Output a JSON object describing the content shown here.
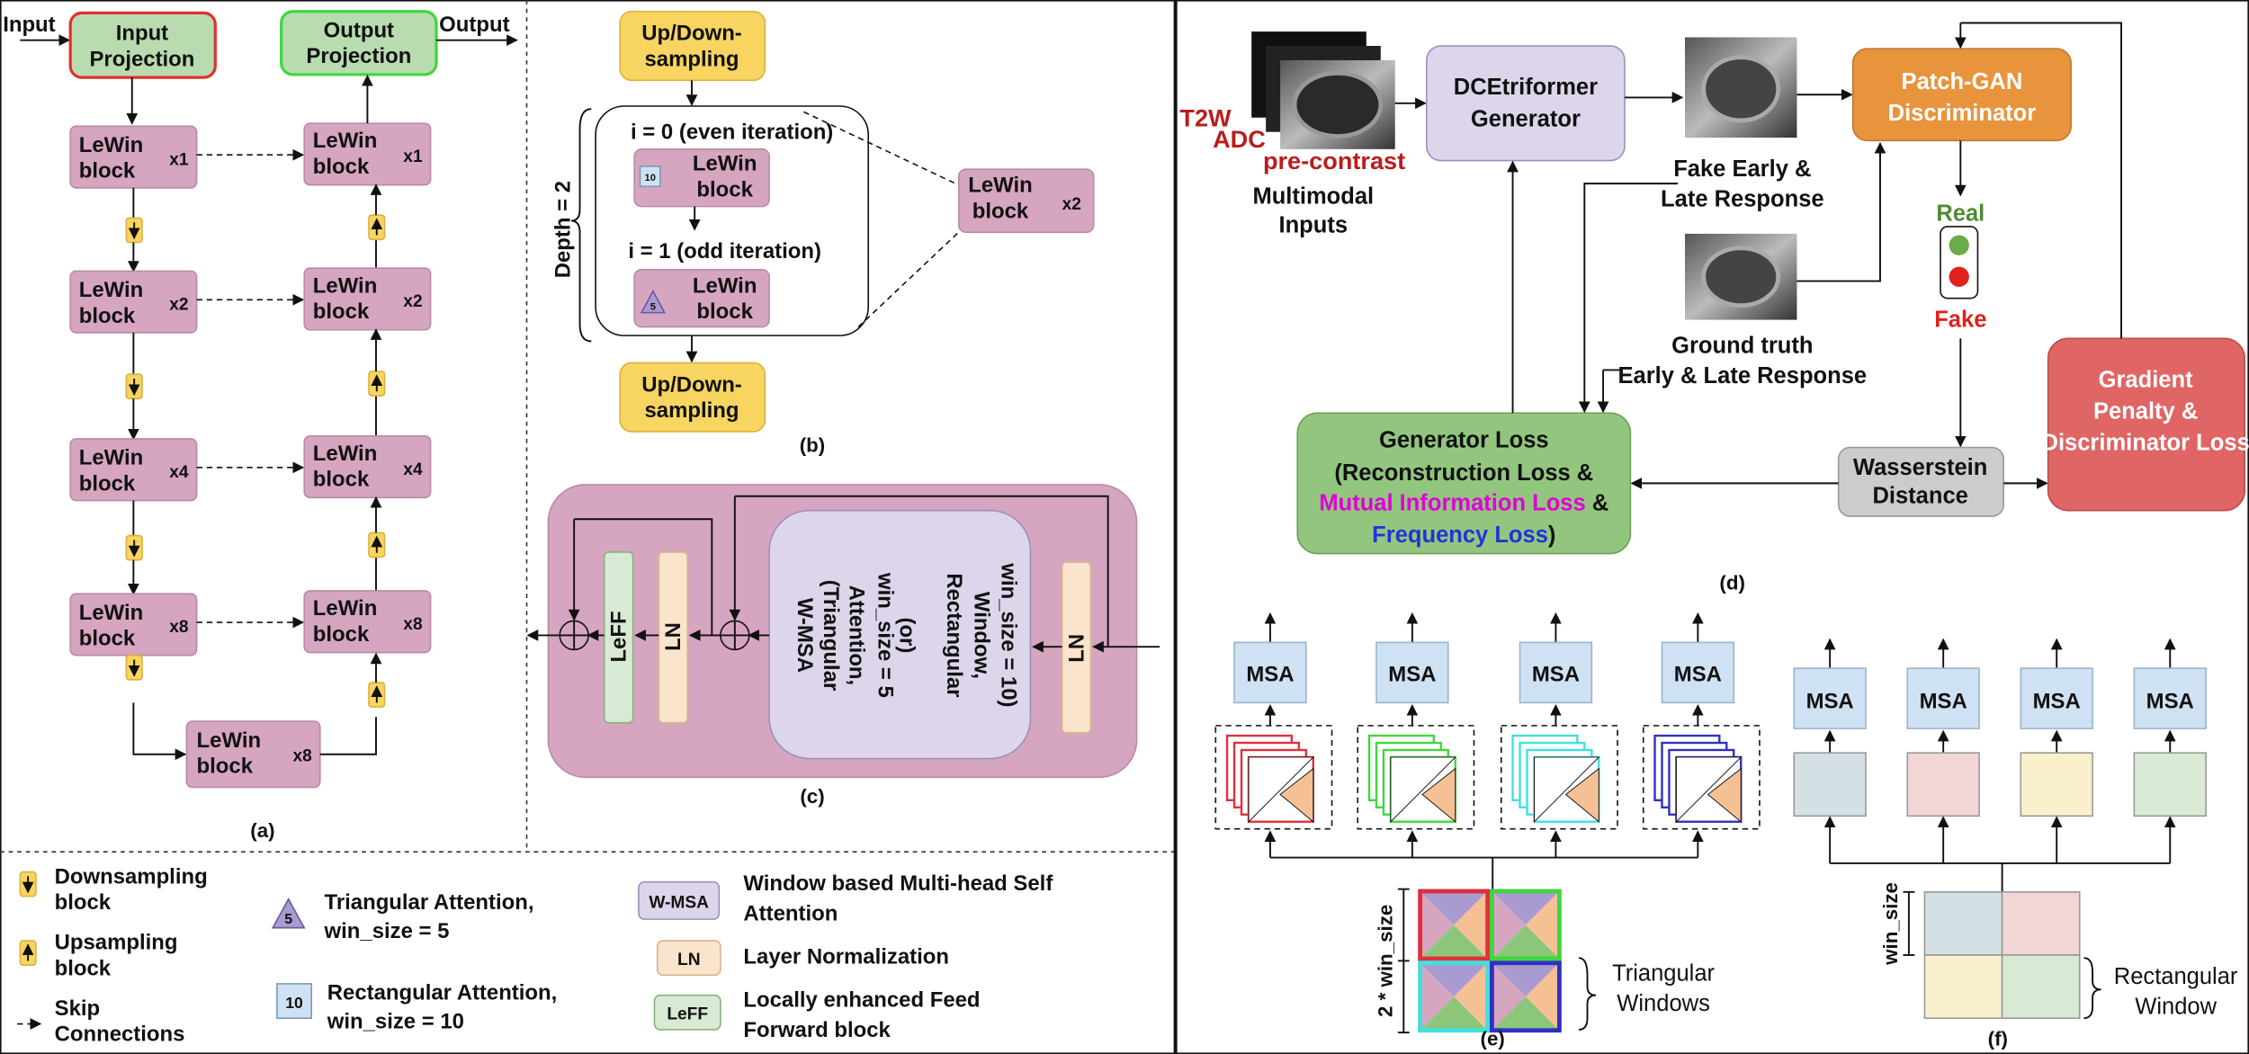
{
  "panel_a": {
    "input": "Input",
    "output": "Output",
    "input_projection": "Input Projection",
    "output_projection": "Output Projection",
    "lewin": "LeWin block",
    "mults": [
      "x1",
      "x2",
      "x4",
      "x8"
    ],
    "bottom_mult": "x8",
    "caption": "(a)"
  },
  "panel_b": {
    "updown": "Up/Down- sampling",
    "depth": "Depth = 2",
    "even": "i = 0 (even iteration)",
    "odd": "i = 1 (odd iteration)",
    "badge10": "10",
    "badge5": "5",
    "lewin": "LeWin block",
    "mult": "x2",
    "caption": "(b)"
  },
  "panel_c": {
    "leff": "LeFF",
    "ln": "LN",
    "wmsa": [
      "W-MSA",
      "(Triangular",
      "Attention,",
      "win_size = 5",
      "(or)",
      "Rectangular",
      "Window,",
      "win_size = 10)"
    ],
    "caption": "(c)"
  },
  "legend": {
    "down": "Downsampling block",
    "up": "Upsampling block",
    "skip": "Skip Connections",
    "tri": "Triangular Attention, win_size = 5",
    "tri_badge": "5",
    "rect": "Rectangular Attention, win_size = 10",
    "rect_badge": "10",
    "wmsa_badge": "W-MSA",
    "wmsa": "Window based Multi-head Self Attention",
    "ln_badge": "LN",
    "ln": "Layer Normalization",
    "leff_badge": "LeFF",
    "leff": "Locally enhanced Feed Forward block"
  },
  "panel_d": {
    "t2w": "T2W",
    "adc": "ADC",
    "precontrast": "pre-contrast",
    "multimodal": "Multimodal Inputs",
    "generator": "DCEtriformer Generator",
    "fake_resp": "Fake Early & Late Response",
    "gt_resp": "Ground truth Early & Late Response",
    "discriminator": "Patch-GAN Discriminator",
    "real": "Real",
    "fake": "Fake",
    "gradient": "Gradient Penalty & Discriminator Loss",
    "wasserstein": "Wasserstein Distance",
    "gen_loss_1": "Generator Loss",
    "gen_loss_2": "(Reconstruction Loss &",
    "gen_loss_mi": "Mutual Information Loss",
    "gen_loss_amp": " &",
    "gen_loss_freq": "Frequency Loss",
    "gen_loss_close": ")",
    "caption": "(d)",
    "colors": {
      "real": "#4e8a34",
      "fake": "#e0221c",
      "mi": "#e000d8",
      "freq": "#1f35d8"
    }
  },
  "panel_e": {
    "msa": "MSA",
    "win_size": "2 * win_size",
    "label": "Triangular Windows",
    "caption": "(e)",
    "stack_colors": [
      "#e0303a",
      "#3fd63f",
      "#40e0e0",
      "#3030c0"
    ]
  },
  "panel_f": {
    "msa": "MSA",
    "win_size": "win_size",
    "label": "Rectangular Window",
    "caption": "(f)",
    "patch_colors": [
      "#d4e0e4",
      "#f2d6d6",
      "#fbf0cc",
      "#d8ead3"
    ]
  }
}
